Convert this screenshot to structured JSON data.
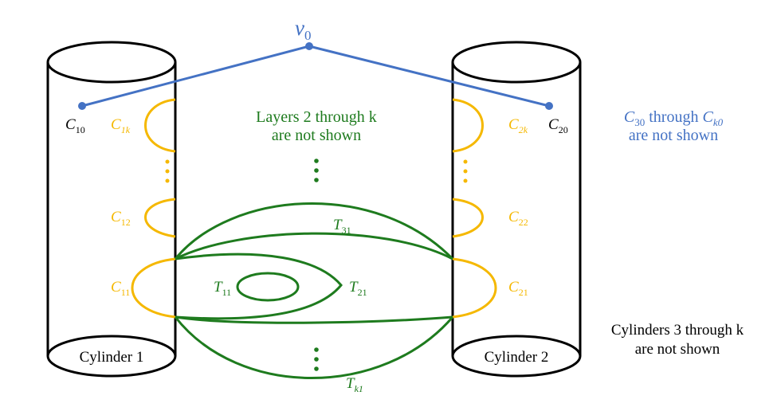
{
  "apex": {
    "name": "v",
    "sub": "0"
  },
  "cylinders": [
    {
      "label": "Cylinder 1",
      "top_vertex": {
        "name": "C",
        "sub": "10"
      },
      "layers": [
        {
          "name": "C",
          "sub": "1k"
        },
        {
          "name": "C",
          "sub": "12"
        },
        {
          "name": "C",
          "sub": "11"
        }
      ]
    },
    {
      "label": "Cylinder 2",
      "top_vertex": {
        "name": "C",
        "sub": "20"
      },
      "layers": [
        {
          "name": "C",
          "sub": "2k"
        },
        {
          "name": "C",
          "sub": "22"
        },
        {
          "name": "C",
          "sub": "21"
        }
      ]
    }
  ],
  "tubes": [
    {
      "name": "T",
      "sub": "31"
    },
    {
      "name": "T",
      "sub": "11"
    },
    {
      "name": "T",
      "sub": "21"
    },
    {
      "name": "T",
      "sub": "k1"
    }
  ],
  "notes": {
    "layers_line1": "Layers 2 through k",
    "layers_line2": "are not shown",
    "c30_a": "C",
    "c30_a_sub": "30",
    "c30_mid": " through ",
    "c30_b": "C",
    "c30_b_sub": "k0",
    "c30_line2": "are not shown",
    "cyl_line1": "Cylinders 3 through k",
    "cyl_line2": "are not shown"
  },
  "colors": {
    "blue": "#4472c4",
    "gold": "#f5b800",
    "green": "#1e7b1e",
    "black": "#000000"
  }
}
